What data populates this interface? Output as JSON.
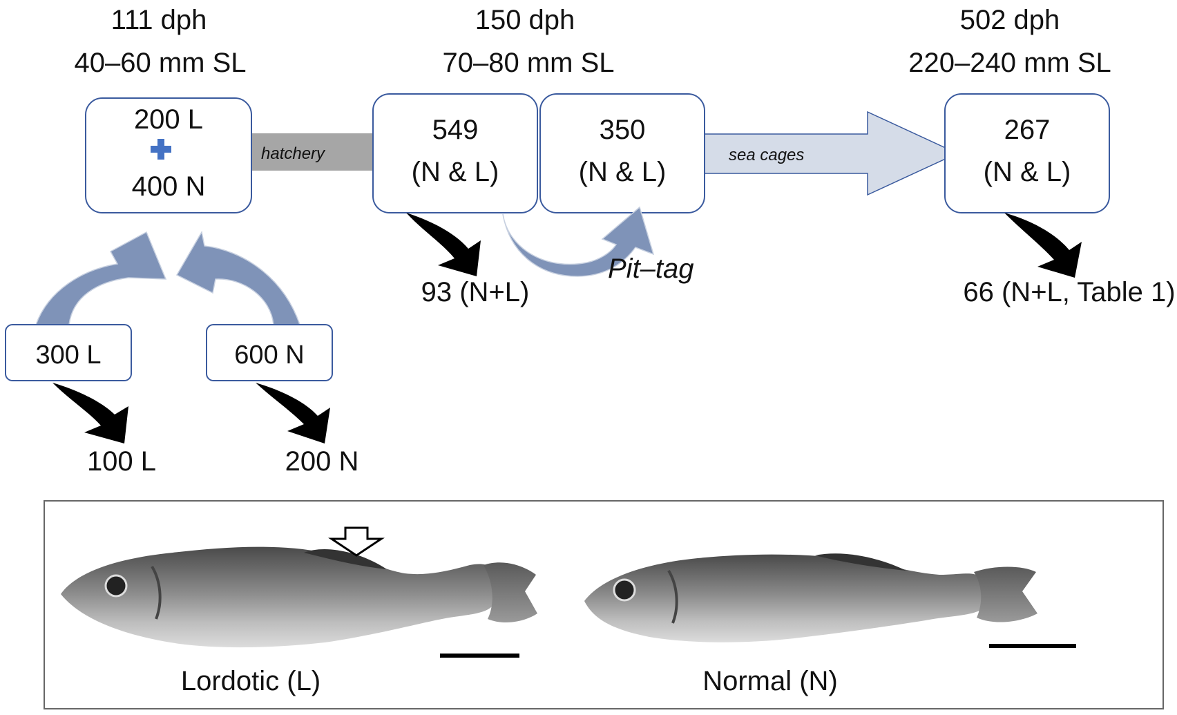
{
  "stages": [
    {
      "dph": "111 dph",
      "size": "40–60 mm SL"
    },
    {
      "dph": "150 dph",
      "size": "70–80 mm SL"
    },
    {
      "dph": "502 dph",
      "size": "220–240 mm SL"
    }
  ],
  "boxes": {
    "start": {
      "top": "200 L",
      "bottom": "400 N"
    },
    "b549": {
      "count": "549",
      "group": "(N & L)"
    },
    "b350": {
      "count": "350",
      "group": "(N & L)"
    },
    "b267": {
      "count": "267",
      "group": "(N & L)"
    },
    "src_l": {
      "label": "300 L"
    },
    "src_n": {
      "label": "600 N"
    }
  },
  "connectors": {
    "hatchery": "hatchery",
    "sea_cages": "sea cages",
    "pit_tag": "Pit–tag"
  },
  "removed": {
    "r100": "100 L",
    "r200": "200 N",
    "r93": "93 (N+L)",
    "r66": "66 (N+L, Table 1)"
  },
  "photos": {
    "lordotic": "Lordotic (L)",
    "normal": "Normal (N)"
  },
  "colors": {
    "box_border": "#3a5a9e",
    "arrow_blue": "#7f93b8",
    "sea_arrow": "#d5dce8",
    "hatchery_bar": "#a6a6a6",
    "plus": "#4472c4"
  }
}
